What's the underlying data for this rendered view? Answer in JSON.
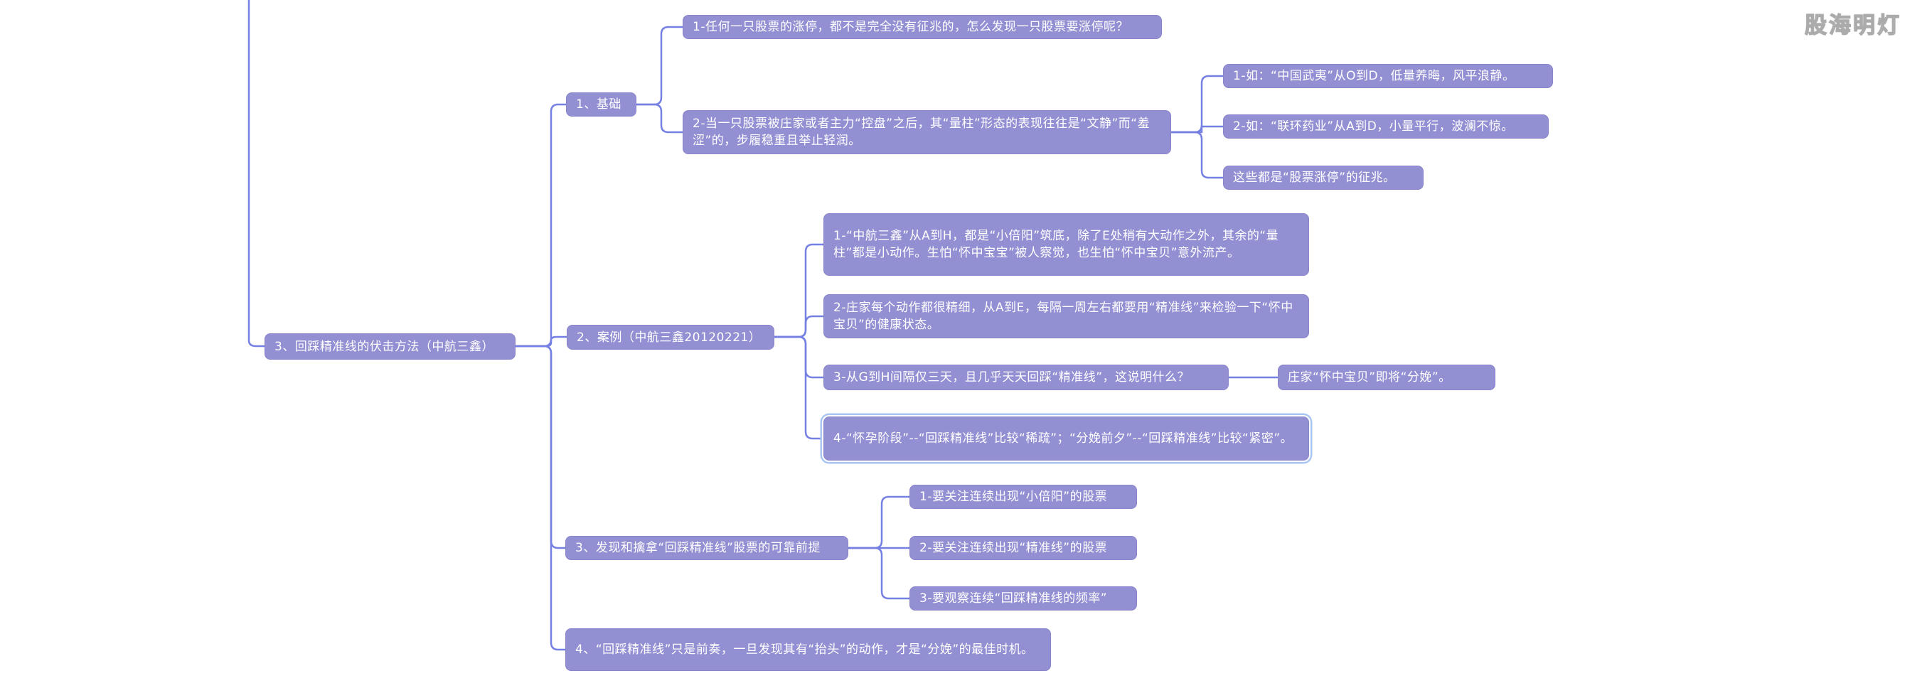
{
  "watermark": {
    "text": "股海明灯"
  },
  "colors": {
    "node_fill": "#938FD3",
    "node_border": "#8A85CB",
    "connector_line": "#7580E2",
    "node_text": "#FFFFFF",
    "selection_ring": "#A9C5F2",
    "canvas_background": "#FFFFFF"
  },
  "map": {
    "root": {
      "label": "3、回踩精准线的伏击方法（中航三鑫）"
    },
    "branches": [
      {
        "label": "1、基础",
        "children": [
          {
            "label": "1-任何一只股票的涨停，都不是完全没有征兆的，怎么发现一只股票要涨停呢？"
          },
          {
            "label": "2-当一只股票被庄家或者主力“控盘”之后，其“量柱”形态的表现往往是“文静”而“羞涩”的，步履稳重且举止轻润。",
            "children": [
              {
                "label": "1-如：“中国武夷”从O到D，低量养晦，风平浪静。"
              },
              {
                "label": "2-如：“联环药业”从A到D，小量平行，波澜不惊。"
              },
              {
                "label": "这些都是“股票涨停”的征兆。"
              }
            ]
          }
        ]
      },
      {
        "label": "2、案例（中航三鑫20120221）",
        "children": [
          {
            "label": "1-“中航三鑫”从A到H，都是“小倍阳”筑底，除了E处稍有大动作之外，其余的“量柱”都是小动作。生怕“怀中宝宝”被人察觉，也生怕“怀中宝贝”意外流产。"
          },
          {
            "label": "2-庄家每个动作都很精细，从A到E，每隔一周左右都要用“精准线”来检验一下“怀中宝贝”的健康状态。"
          },
          {
            "label": "3-从G到H间隔仅三天，且几乎天天回踩“精准线”，这说明什么？",
            "children": [
              {
                "label": "庄家“怀中宝贝”即将“分娩”。"
              }
            ]
          },
          {
            "label": "4-“怀孕阶段”--“回踩精准线”比较“稀疏”；“分娩前夕”--“回踩精准线”比较“紧密”。",
            "selected": true
          }
        ]
      },
      {
        "label": "3、发现和擒拿“回踩精准线”股票的可靠前提",
        "children": [
          {
            "label": "1-要关注连续出现“小倍阳”的股票"
          },
          {
            "label": "2-要关注连续出现“精准线”的股票"
          },
          {
            "label": "3-要观察连续“回踩精准线的频率”"
          }
        ]
      },
      {
        "label": "4、“回踩精准线”只是前奏，一旦发现其有“抬头”的动作，才是“分娩”的最佳时机。"
      }
    ]
  }
}
